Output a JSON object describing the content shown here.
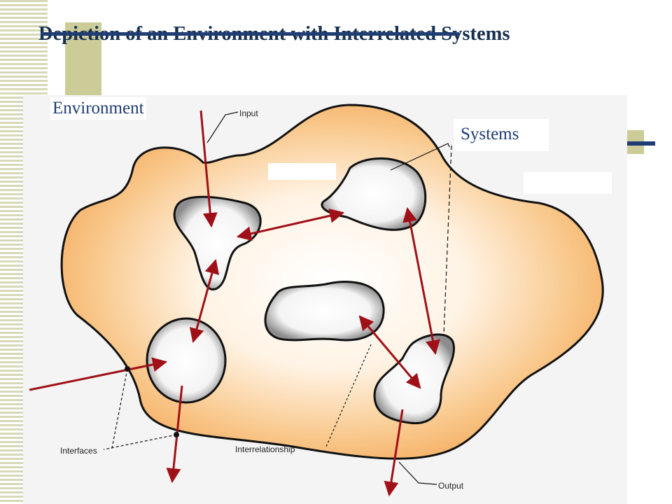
{
  "slide": {
    "title": "Depiction of an Environment with Interrelated Systems"
  },
  "labels": {
    "environment": "Environment",
    "systems": "Systems",
    "input": "Input",
    "interfaces": "Interfaces",
    "interrelationship": "Interrelationship",
    "output": "Output"
  },
  "colors": {
    "title": "#17304f",
    "accent_olive": "#cccc99",
    "accent_navy": "#1f3c73",
    "environment_fill": "#f6b56e",
    "arrow": "#a01018"
  }
}
